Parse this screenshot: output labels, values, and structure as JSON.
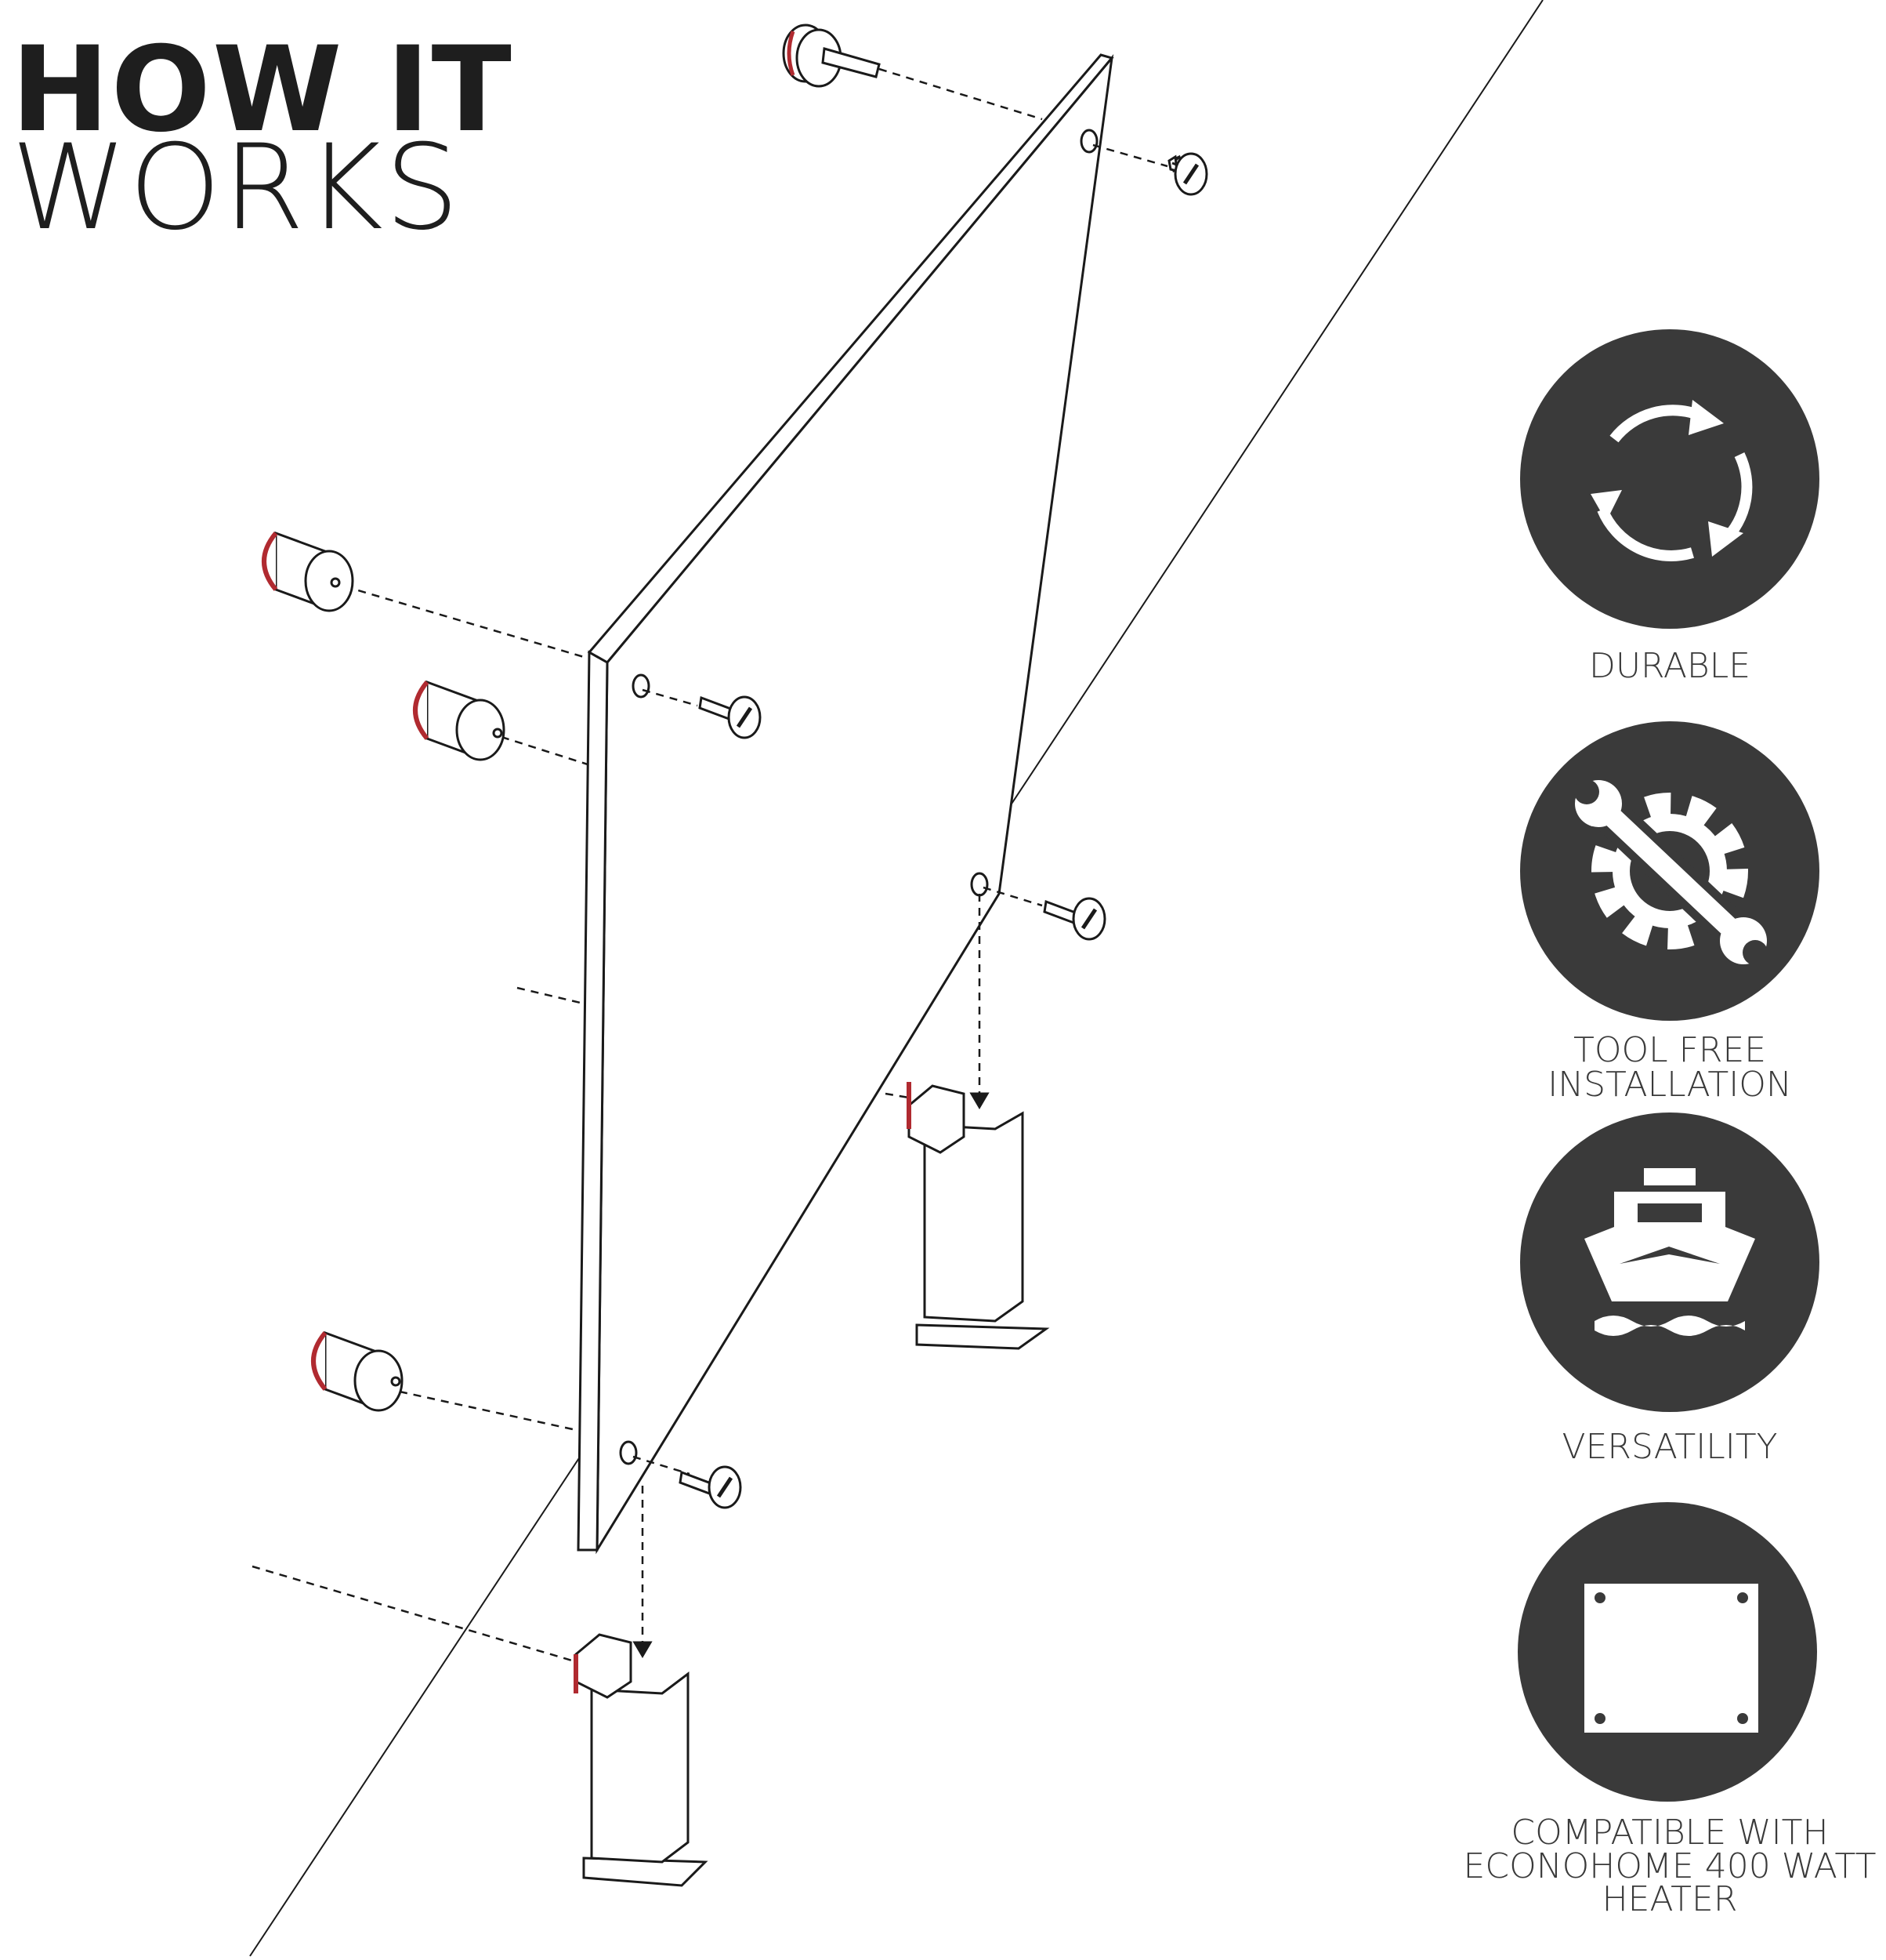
{
  "title": {
    "line1": "HOW IT",
    "line2": "WORKS"
  },
  "features": [
    {
      "icon": "recycle-arrows-icon",
      "label": "DURABLE"
    },
    {
      "icon": "wrench-gear-icon",
      "label_lines": [
        "TOOL FREE",
        "INSTALLATION"
      ]
    },
    {
      "icon": "boat-icon",
      "label": "VERSATILITY"
    },
    {
      "icon": "mounting-plate-icon",
      "label_lines": [
        "COMPATIBLE WITH",
        "ECONOHOME 400 WATT",
        "HEATER"
      ]
    }
  ],
  "colors": {
    "icon_bg": "#3a3a3a",
    "accent_red": "#b02a30",
    "line": "#1a1a1a"
  }
}
